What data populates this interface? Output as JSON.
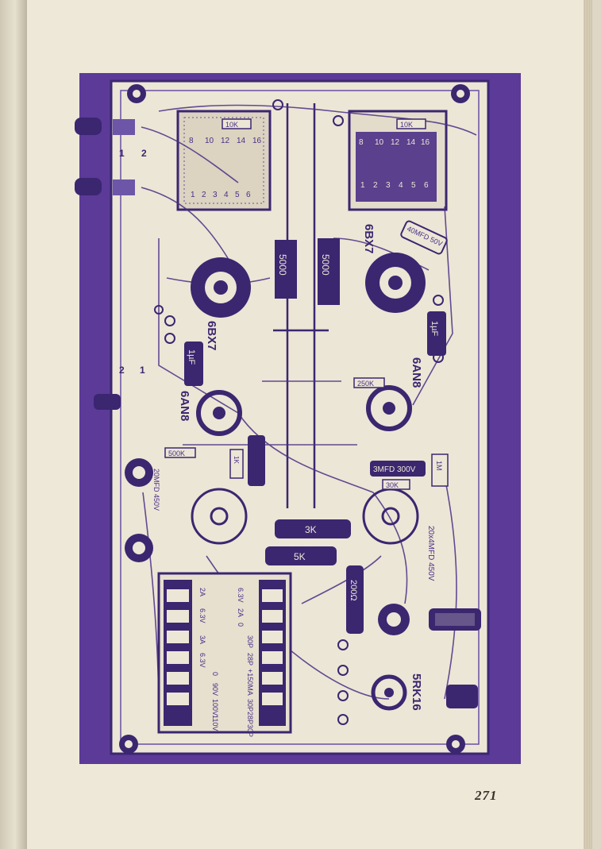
{
  "page": {
    "number": "271"
  },
  "tubes": [
    {
      "id": "v1",
      "label": "6BX7"
    },
    {
      "id": "v2",
      "label": "6BX7"
    },
    {
      "id": "v3",
      "label": "6AN8"
    },
    {
      "id": "v4",
      "label": "6AN8"
    },
    {
      "id": "v5",
      "label": "5RK16"
    }
  ],
  "output_terminals": {
    "upper": [
      "8",
      "10",
      "12",
      "14",
      "16"
    ],
    "upper_low": [
      "1",
      "2",
      "3",
      "4",
      "5",
      "6"
    ],
    "right_upper": [
      "8",
      "10",
      "12",
      "14",
      "16"
    ],
    "right_low": [
      "1",
      "2",
      "3",
      "4",
      "5",
      "6"
    ]
  },
  "components": {
    "r_10k_a": "10K",
    "r_10k_b": "10K",
    "c_5000_a": "5000",
    "c_5000_b": "5000",
    "c_40mfd": "40MFD 50V",
    "c_1uf_a": "1µF",
    "c_1uf_b": "1µF",
    "r_500k": "500K",
    "r_250k": "250K",
    "r_1k": "1K",
    "r_1m": "1M",
    "c_3mfd": "3MFD 300V",
    "r_30k": "30K",
    "r_3k": "3K",
    "r_5k": "5K",
    "r_200": "200Ω",
    "c_20x4": "20x4MFD 450V",
    "c_20mfd_left": "20MFD 450V"
  },
  "power_transformer": {
    "left_taps": [
      "2A",
      "6.3V",
      "3A",
      "6.3V"
    ],
    "left_taps_b": [
      "0",
      "90V",
      "100V",
      "110V"
    ],
    "right_taps": [
      "6.3V",
      "2A",
      "0"
    ],
    "right_taps_b": [
      "30P",
      "28P",
      "+150MA",
      "30P",
      "28P",
      "30P"
    ]
  },
  "input_labels": [
    "1",
    "2"
  ],
  "input_labels_mid": [
    "1",
    "2"
  ]
}
